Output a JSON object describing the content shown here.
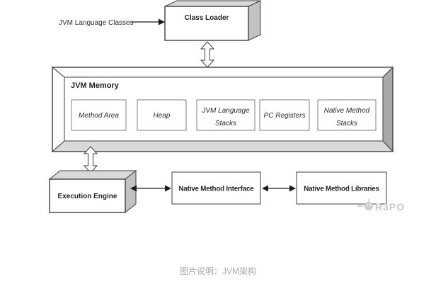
{
  "caption": "图片说明：JVM架构",
  "watermark": "R3PO",
  "diagram": {
    "input_label": "JVM Language Classes",
    "class_loader": {
      "label": "Class Loader"
    },
    "jvm_memory": {
      "title": "JVM Memory",
      "components": [
        {
          "label": "Method Area",
          "line1": "Method Area",
          "line2": ""
        },
        {
          "label": "Heap",
          "line1": "Heap",
          "line2": ""
        },
        {
          "label": "JVM Language Stacks",
          "line1": "JVM Language",
          "line2": "Stacks"
        },
        {
          "label": "PC Registers",
          "line1": "PC Registers",
          "line2": ""
        },
        {
          "label": "Native Method Stacks",
          "line1": "Native Method",
          "line2": "Stacks"
        }
      ]
    },
    "execution_engine": {
      "label": "Execution Engine"
    },
    "native_method_interface": {
      "label": "Native Method Interface"
    },
    "native_method_libraries": {
      "label": "Native Method Libraries"
    },
    "connections": [
      {
        "from": "JVM Language Classes",
        "to": "Class Loader",
        "type": "one-way"
      },
      {
        "from": "Class Loader",
        "to": "JVM Memory",
        "type": "two-way"
      },
      {
        "from": "JVM Memory",
        "to": "Execution Engine",
        "type": "two-way"
      },
      {
        "from": "Execution Engine",
        "to": "Native Method Interface",
        "type": "two-way"
      },
      {
        "from": "Native Method Interface",
        "to": "Native Method Libraries",
        "type": "two-way"
      }
    ]
  },
  "colors": {
    "background": "#ffffff",
    "box_border": "#3f3f3f",
    "box_fill": "#ffffff",
    "face_top": "#d9d9d9",
    "face_side": "#c2c2c2",
    "frame_right_bevel": "#a9a9a9",
    "frame_bottom_bevel": "#d9d9d9",
    "inner_box_border": "#7f7f7f",
    "caption_text": "#a8a8a8",
    "watermark": "#c9c9c9"
  }
}
